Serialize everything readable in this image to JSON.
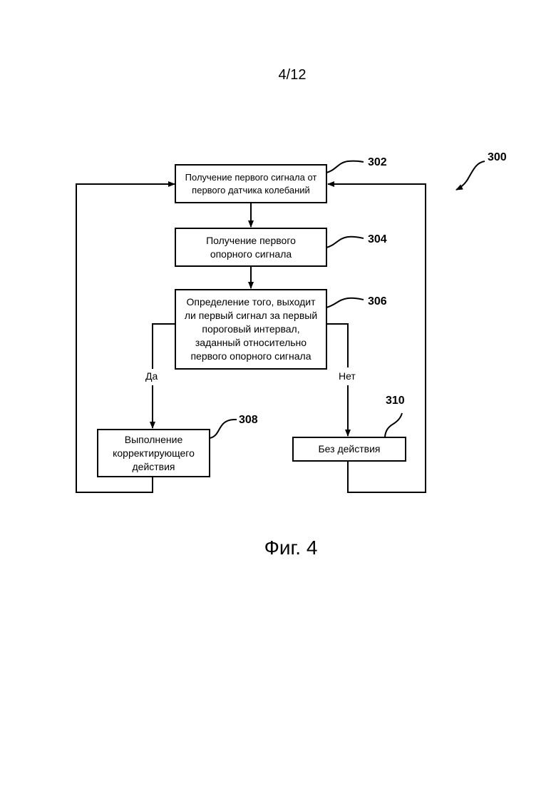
{
  "page_number": "4/12",
  "figure_ref": "300",
  "steps": [
    {
      "id": "302",
      "text": "Получение первого сигнала от\nпервого датчика колебаний"
    },
    {
      "id": "304",
      "text": "Получение первого\nопорного сигнала"
    },
    {
      "id": "306",
      "text": "Определение того, выходит\nли первый сигнал за первый\nпороговый интервал,\nзаданный относительно\nпервого опорного сигнала"
    },
    {
      "id": "308",
      "text": "Выполнение\nкорректирующего\nдействия"
    },
    {
      "id": "310",
      "text": "Без действия"
    }
  ],
  "branches": {
    "yes": "Да",
    "no": "Нет"
  },
  "caption": "Фиг. 4"
}
